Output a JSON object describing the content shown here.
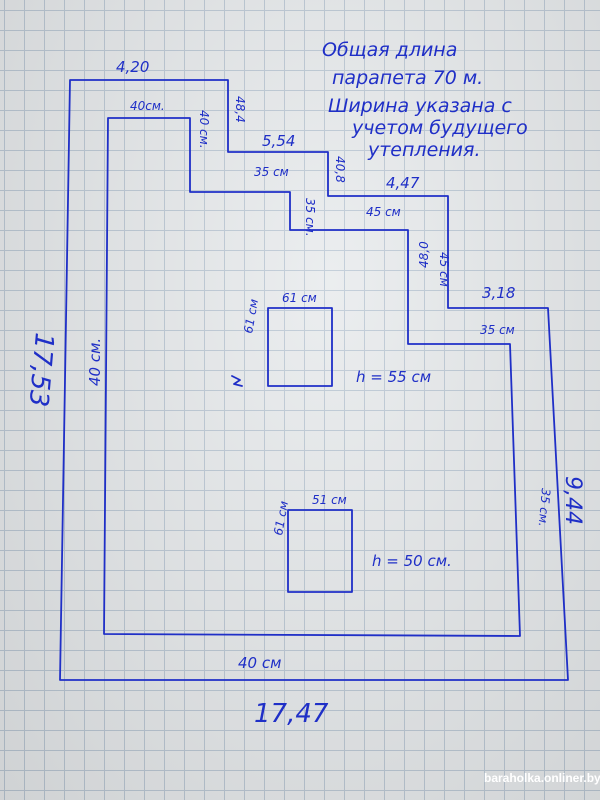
{
  "note": {
    "lines": [
      "Общая длина",
      "парапета 70 м.",
      "Ширина указана с",
      "учетом будущего",
      "утепления."
    ]
  },
  "dimensions": {
    "top_left_length": "4,20",
    "top_left_depth": "48,4",
    "top_left_width": "40см.",
    "step1_side": "40 см.",
    "step1_length": "5,54",
    "step1_depth": "40,8",
    "step1_width": "35 см",
    "step1_side2": "35 см.",
    "step2_length": "4,47",
    "step2_width": "45 см",
    "step2_depth": "48,0",
    "step2_side": "45 см",
    "step3_length": "3,18",
    "step3_width": "35 см",
    "right_length": "9,44",
    "right_width": "35 см.",
    "bottom_width": "40 см",
    "bottom_length": "17,47",
    "left_length": "17,53",
    "left_width": "40 см."
  },
  "openings": [
    {
      "width": "61 см",
      "side": "61 см",
      "height": "h = 55 см"
    },
    {
      "width": "51 см",
      "side": "61 см",
      "height": "h = 50 см."
    }
  ],
  "watermark": "baraholka.onliner.by",
  "colors": {
    "ink": "#1f2fc7",
    "paper": "#e7eaec",
    "grid": "#b9c6d3"
  }
}
